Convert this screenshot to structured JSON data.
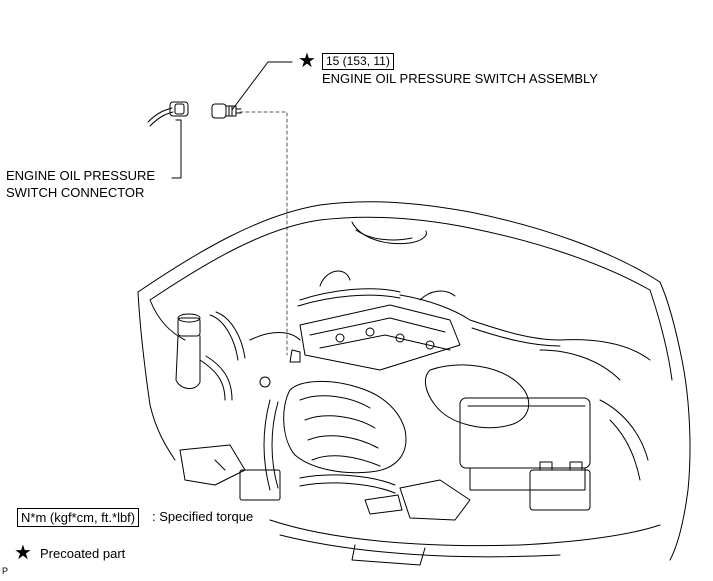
{
  "callouts": {
    "torque_value": "15 (153, 11)",
    "switch_assembly": "ENGINE OIL PRESSURE SWITCH ASSEMBLY",
    "connector_line1": "ENGINE OIL PRESSURE",
    "connector_line2": "SWITCH CONNECTOR"
  },
  "legend": {
    "torque_box": "N*m (kgf*cm, ft.*lbf)",
    "torque_desc": ": Specified torque",
    "star_symbol": "★",
    "precoated_desc": "Precoated part"
  },
  "figure_code": "P",
  "icons": {
    "star": "star-icon"
  }
}
